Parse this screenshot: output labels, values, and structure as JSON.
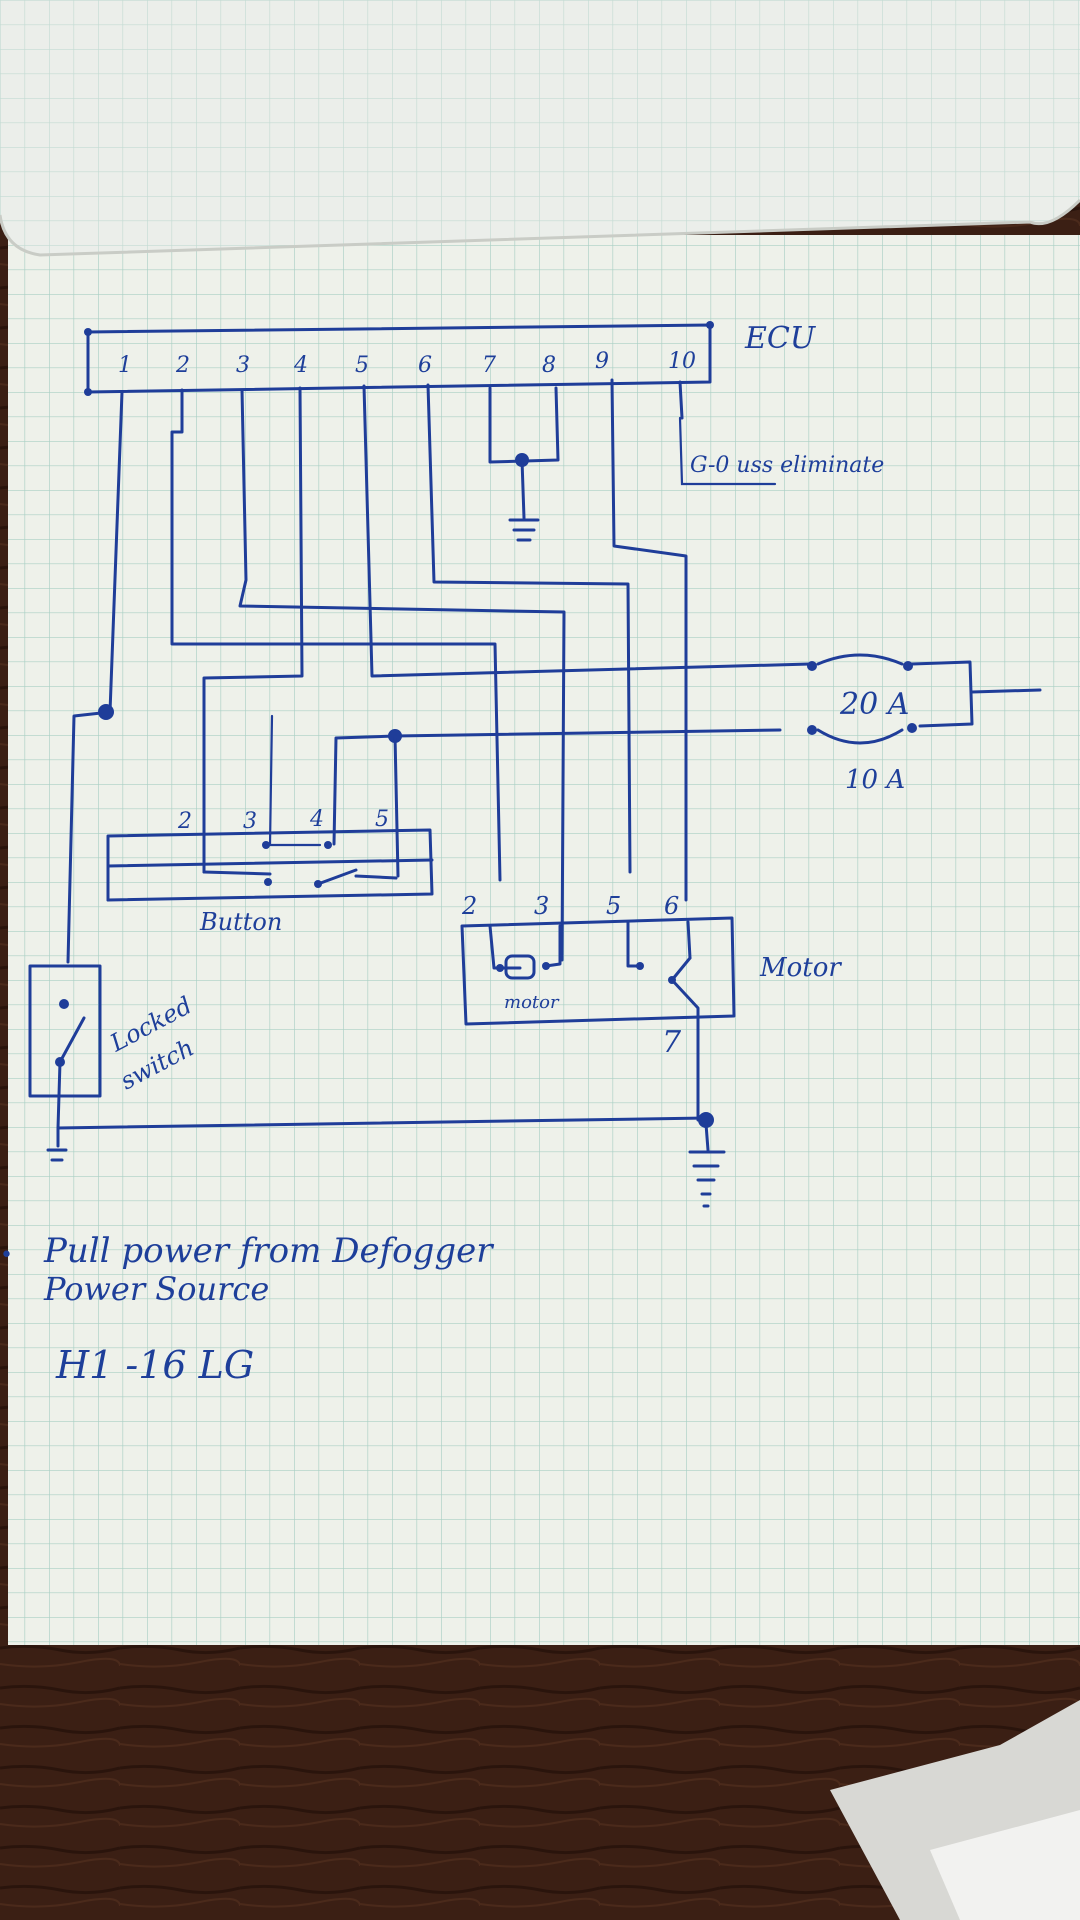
{
  "ecu": {
    "label": "ECU",
    "pins": [
      "1",
      "2",
      "3",
      "4",
      "5",
      "6",
      "7",
      "8",
      "9",
      "10"
    ],
    "note": "G-0 uss eliminate"
  },
  "fuses": [
    "20 A",
    "10 A"
  ],
  "button": {
    "label": "Button",
    "pins": [
      "2",
      "3",
      "4",
      "5"
    ]
  },
  "motor": {
    "label": "Motor",
    "inner_label": "motor",
    "pins": [
      "2",
      "3",
      "5",
      "6",
      "7"
    ]
  },
  "locked_switch": {
    "line1": "Locked",
    "line2": "switch"
  },
  "notes": {
    "bullet": "•",
    "line1": "Pull power from Defogger",
    "line2": "Power Source",
    "line3": "H1 -16 LG"
  },
  "colors": {
    "ink": "#1f3d99",
    "paper": "#eef1ea",
    "grid": "#a9cfc4",
    "table": "#3a1e12"
  }
}
